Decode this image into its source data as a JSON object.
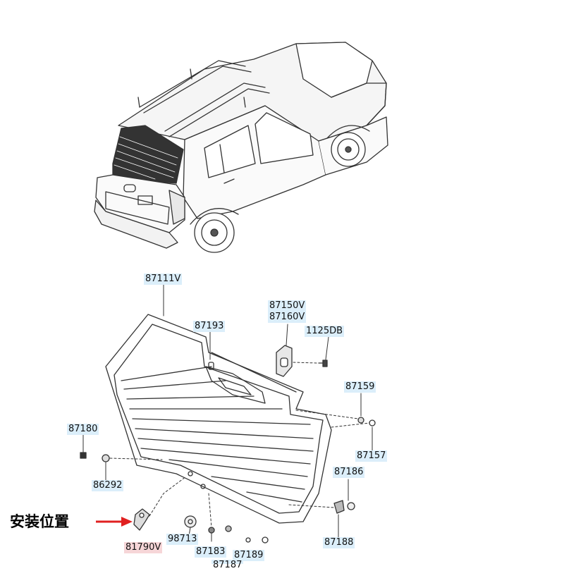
{
  "diagram": {
    "callout_text": "安装位置",
    "highlight_color": "#f6d6d8",
    "arrow_color": "#e02020",
    "label_color": "#dbeefa",
    "labels": {
      "glass": "87111V",
      "bracket_top": "87193",
      "garnish_1": "87150V",
      "garnish_2": "87160V",
      "bolt": "1125DB",
      "clip_right": "87159",
      "screw_left": "87180",
      "nut_right": "87157",
      "clip_left": "86292",
      "nut_lower_right": "87186",
      "bracket_install": "81790V",
      "grommet": "98713",
      "retainer_1": "87183",
      "retainer_2": "87189",
      "stopper": "87188",
      "bottom_cut": "87187"
    }
  }
}
